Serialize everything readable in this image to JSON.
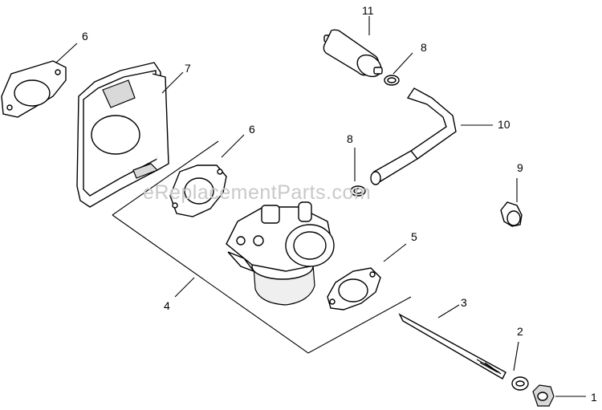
{
  "watermark": "eReplacementParts.com",
  "callouts": [
    {
      "id": "1",
      "label": "1"
    },
    {
      "id": "2",
      "label": "2"
    },
    {
      "id": "3",
      "label": "3"
    },
    {
      "id": "4",
      "label": "4"
    },
    {
      "id": "5",
      "label": "5"
    },
    {
      "id": "6a",
      "label": "6"
    },
    {
      "id": "6b",
      "label": "6"
    },
    {
      "id": "7",
      "label": "7"
    },
    {
      "id": "8a",
      "label": "8"
    },
    {
      "id": "8b",
      "label": "8"
    },
    {
      "id": "9",
      "label": "9"
    },
    {
      "id": "10",
      "label": "10"
    },
    {
      "id": "11",
      "label": "11"
    }
  ]
}
